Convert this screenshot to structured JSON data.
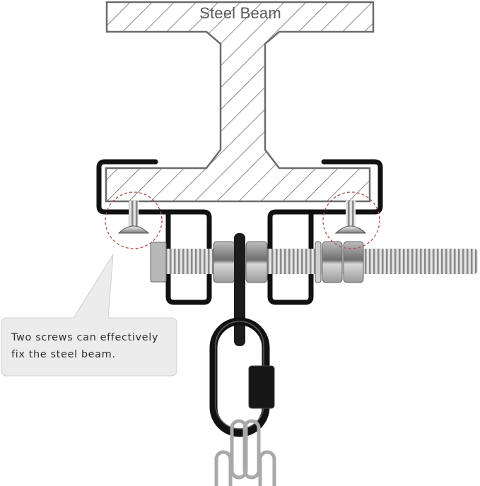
{
  "diagram": {
    "beam": {
      "label": "Steel Beam",
      "hatch_color": "#6b6b6b",
      "outline_color": "#6b6b6b"
    },
    "callout": {
      "text_line1": "Two screws can effectively",
      "text_line2": "fix the steel beam.",
      "background": "#ececec",
      "border": "#cfcfcf"
    },
    "highlight_circles": {
      "count": 2,
      "style": "dashed",
      "color": "#b05050"
    },
    "components": [
      {
        "name": "steel-beam",
        "shape": "I-beam cross-section"
      },
      {
        "name": "clamp-left",
        "color": "#111111"
      },
      {
        "name": "clamp-right",
        "color": "#111111"
      },
      {
        "name": "screw-left"
      },
      {
        "name": "screw-right"
      },
      {
        "name": "threaded-rod",
        "color": "#c8c8c8"
      },
      {
        "name": "hex-nuts",
        "count": 6
      },
      {
        "name": "center-hanger-plate",
        "color": "#1a1a1a"
      },
      {
        "name": "quick-link-carabiner",
        "color": "#111111"
      },
      {
        "name": "chain",
        "color": "#bdbdbd"
      }
    ]
  }
}
